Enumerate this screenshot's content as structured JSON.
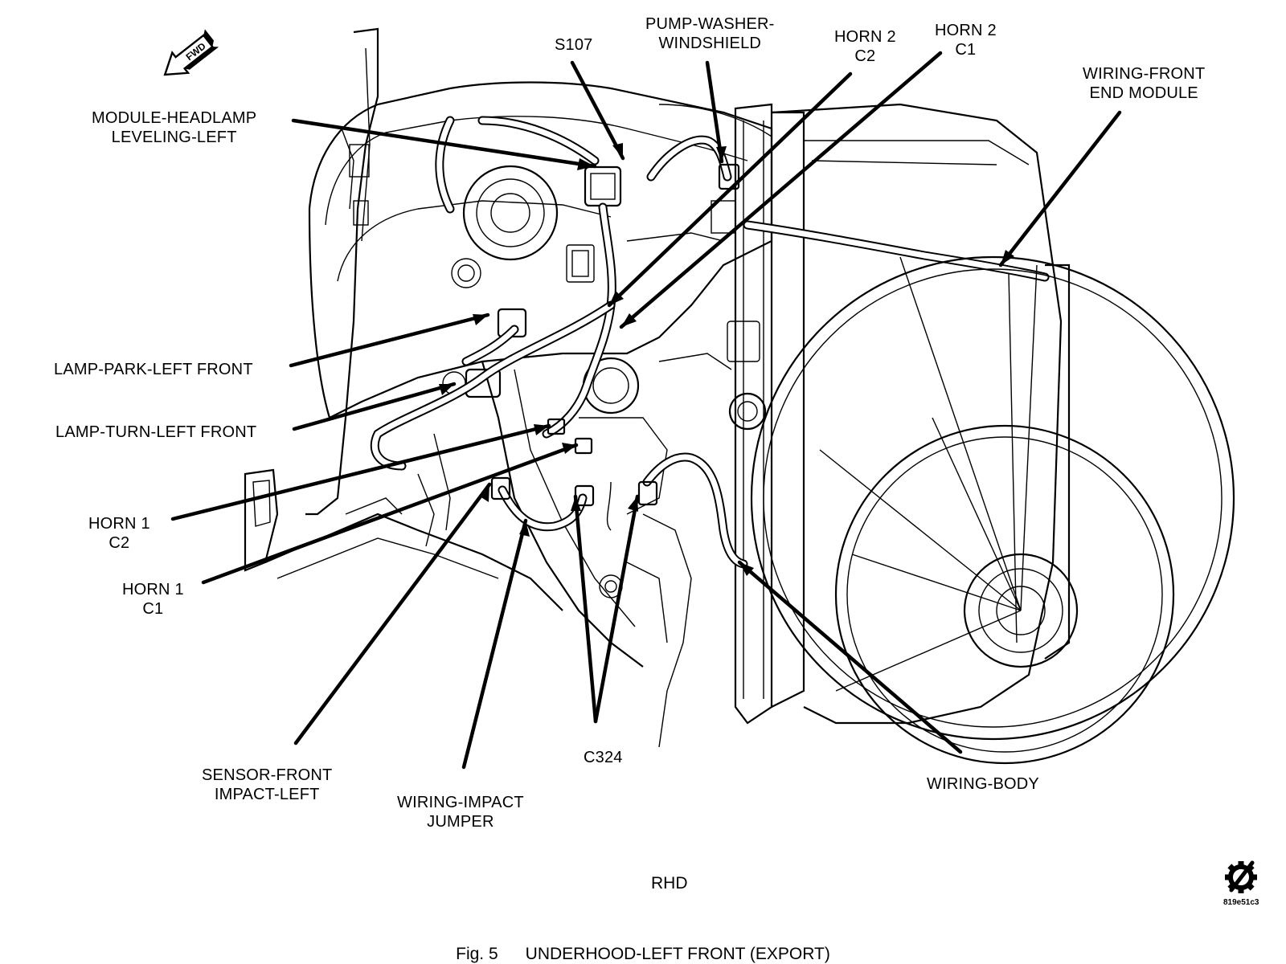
{
  "callouts": {
    "s107": "S107",
    "pump_washer": [
      "PUMP-WASHER-",
      "WINDSHIELD"
    ],
    "horn2_c2": [
      "HORN 2",
      "C2"
    ],
    "horn2_c1": [
      "HORN 2",
      "C1"
    ],
    "wiring_front_end": [
      "WIRING-FRONT",
      "END MODULE"
    ],
    "module_headlamp": [
      "MODULE-HEADLAMP",
      "LEVELING-LEFT"
    ],
    "lamp_park": "LAMP-PARK-LEFT FRONT",
    "lamp_turn": "LAMP-TURN-LEFT FRONT",
    "horn1_c2": [
      "HORN 1",
      "C2"
    ],
    "horn1_c1": [
      "HORN 1",
      "C1"
    ],
    "sensor_front": [
      "SENSOR-FRONT",
      "IMPACT-LEFT"
    ],
    "wiring_impact": [
      "WIRING-IMPACT",
      "JUMPER"
    ],
    "c324": "C324",
    "wiring_body": "WIRING-BODY"
  },
  "view_label": "RHD",
  "figure_caption": {
    "number": "Fig. 5",
    "title": "UNDERHOOD-LEFT FRONT  (EXPORT)"
  },
  "drawing_code": "819e51c3",
  "fwd_arrow_text": "FWD",
  "icons": {
    "forward": "forward-arrow-icon",
    "gear": "gear-wrench-icon"
  }
}
